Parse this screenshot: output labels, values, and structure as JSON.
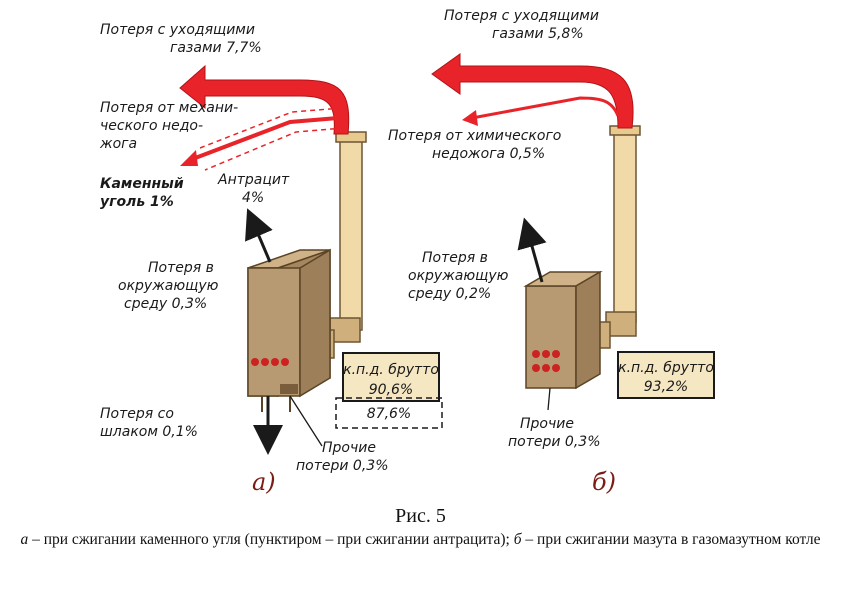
{
  "panel_a": {
    "flue_loss": [
      "Потеря с уходящими",
      "газами 7,7%"
    ],
    "mech_loss": [
      "Потеря от механи-",
      "ческого недо-",
      "жога"
    ],
    "coal": [
      "Каменный",
      "уголь 1%"
    ],
    "anthracite": [
      "Антрацит",
      "4%"
    ],
    "env_loss": [
      "Потеря в",
      "окружающую",
      "среду 0,3%"
    ],
    "slag_loss": [
      "Потеря со",
      "шлаком 0,1%"
    ],
    "other_loss": [
      "Прочие",
      "потери 0,3%"
    ],
    "efficiency_label": "к.п.д. брутто",
    "efficiency_value": "90,6%",
    "efficiency_anthracite": "87,6%",
    "panel_letter": "а)"
  },
  "panel_b": {
    "flue_loss": [
      "Потеря с уходящими",
      "газами 5,8%"
    ],
    "chem_loss": [
      "Потеря от химического",
      "недожога 0,5%"
    ],
    "env_loss": [
      "Потеря в",
      "окружающую",
      "среду 0,2%"
    ],
    "other_loss": [
      "Прочие",
      "потери 0,3%"
    ],
    "efficiency_label": "к.п.д. брутто",
    "efficiency_value": "93,2%",
    "panel_letter": "б)"
  },
  "caption": {
    "title": "Рис. 5",
    "a_marker": "а",
    "a_text": " – при сжигании каменного угля (пунктиром – при сжигании антрацита); ",
    "b_marker": "б",
    "b_text": " – при сжигании мазута в газомазутном котле"
  },
  "colors": {
    "flue_red": "#e8242a",
    "chimney": "#f1d9a8",
    "boiler": "#b89a72",
    "box_fill": "#f6e7c3",
    "burner": "#cc2222"
  }
}
